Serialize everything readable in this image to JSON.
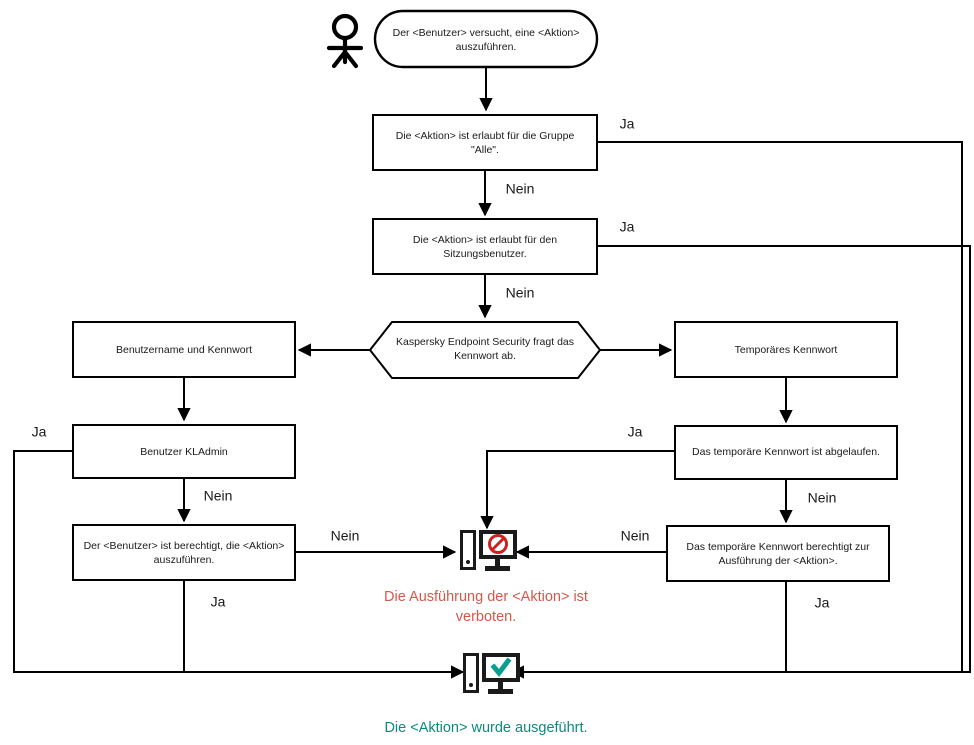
{
  "diagram": {
    "title": "Kaspersky Endpoint Security Aktionsberechtigung Ablaufdiagramm",
    "colors": {
      "stroke": "#000000",
      "node_fill": "#ffffff",
      "denied_text": "#d3584a",
      "allowed_text": "#0a8a7e",
      "deny_icon": "#cc2222",
      "ok_icon": "#0a9e8e"
    },
    "actor": {
      "name": "user-actor-icon",
      "label": ""
    },
    "nodes": {
      "start": {
        "line1": "Der <Benutzer> versucht, eine <Aktion>",
        "line2": "auszuführen."
      },
      "allowed_group_all": {
        "line1": "Die <Aktion> ist erlaubt für die Gruppe",
        "line2": "\"Alle\"."
      },
      "allowed_session_user": {
        "line1": "Die <Aktion> ist erlaubt für den",
        "line2": "Sitzungsbenutzer."
      },
      "password_prompt": {
        "line1": "Kaspersky Endpoint Security fragt das",
        "line2": "Kennwort ab."
      },
      "username_password": {
        "line1": "Benutzername und Kennwort"
      },
      "temporary_password": {
        "line1": "Temporäres Kennwort"
      },
      "user_kladmin": {
        "line1": "Benutzer KLAdmin"
      },
      "temp_password_expired": {
        "line1": "Das temporäre Kennwort ist abgelaufen."
      },
      "user_is_entitled": {
        "line1": "Der <Benutzer> ist berechtigt, die <Aktion>",
        "line2": "auszuführen."
      },
      "temp_password_entitles": {
        "line1": "Das temporäre Kennwort berechtigt zur",
        "line2": "Ausführung der <Aktion>."
      }
    },
    "edge_labels": {
      "group_all_yes": "Ja",
      "group_all_no": "Nein",
      "session_user_yes": "Ja",
      "session_user_no": "Nein",
      "kladmin_yes": "Ja",
      "kladmin_no": "Nein",
      "entitled_no": "Nein",
      "entitled_yes": "Ja",
      "temp_expired_yes": "Ja",
      "temp_expired_no": "Nein",
      "temp_entitles_no": "Nein",
      "temp_entitles_yes": "Ja"
    },
    "outcomes": {
      "denied": {
        "icon": "computer-denied-icon",
        "line1": "Die Ausführung der <Aktion> ist",
        "line2": "verboten."
      },
      "allowed": {
        "icon": "computer-allowed-icon",
        "line1": "Die <Aktion> wurde ausgeführt."
      }
    }
  }
}
